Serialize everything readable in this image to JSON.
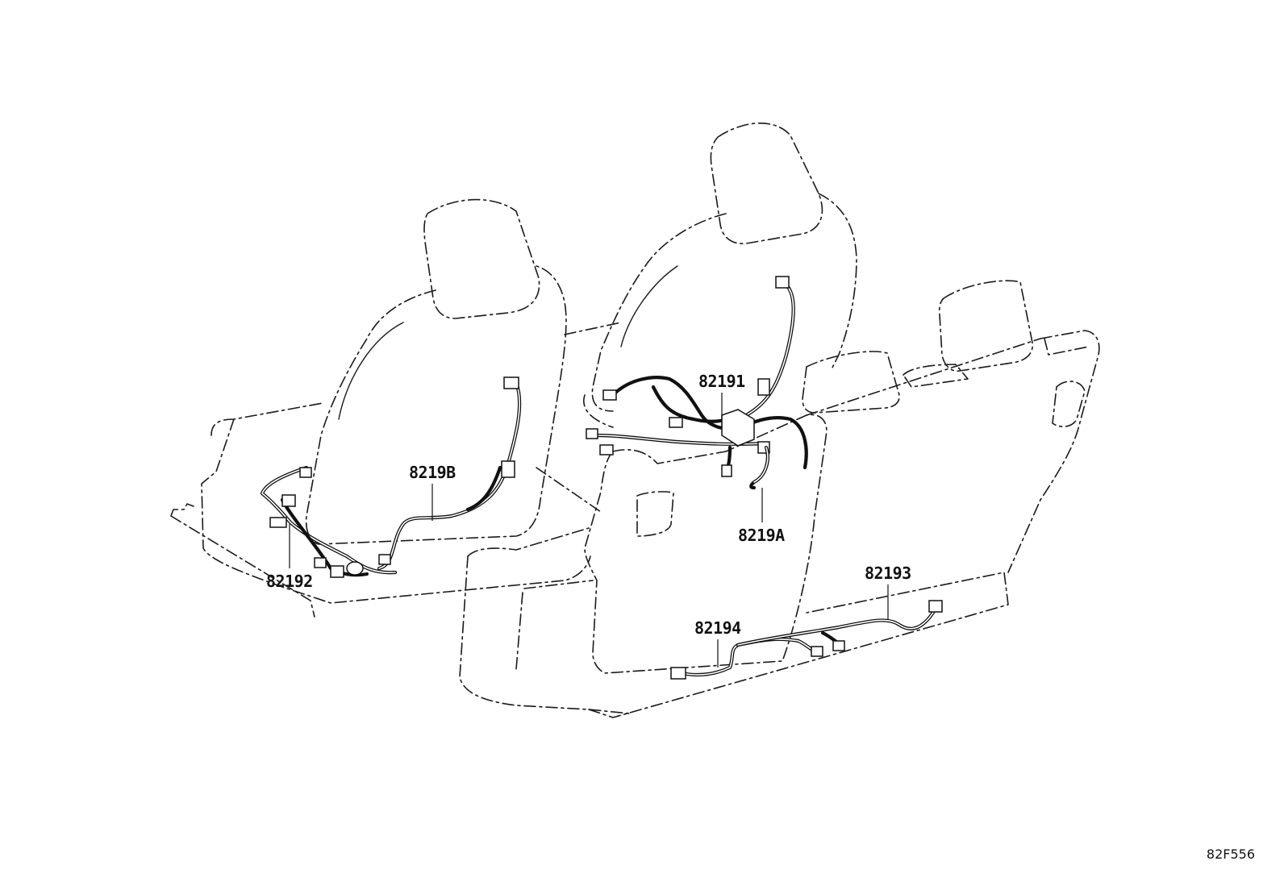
{
  "parts": [
    {
      "id": "p82191",
      "number": "82191"
    },
    {
      "id": "p8219B",
      "number": "8219B"
    },
    {
      "id": "p8219A",
      "number": "8219A"
    },
    {
      "id": "p82192",
      "number": "82192"
    },
    {
      "id": "p82193",
      "number": "82193"
    },
    {
      "id": "p82194",
      "number": "82194"
    }
  ],
  "reference_code": "82F556"
}
